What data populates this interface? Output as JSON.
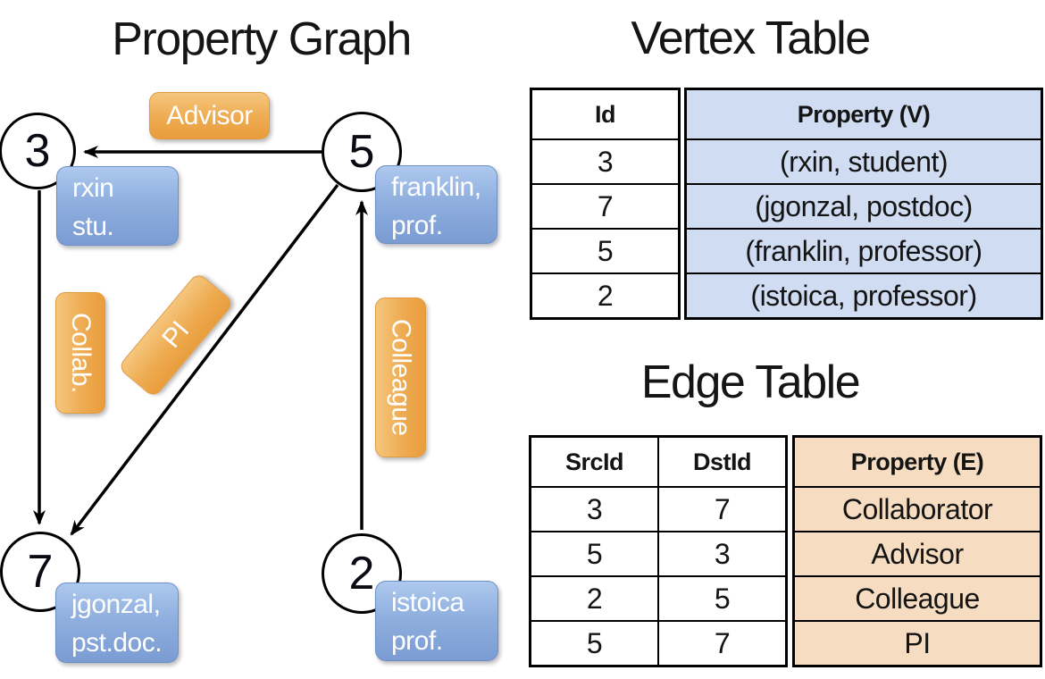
{
  "graph": {
    "title": "Property Graph",
    "nodes": {
      "n3": {
        "id": "3",
        "line1": "rxin",
        "line2": "stu."
      },
      "n5": {
        "id": "5",
        "line1": "franklin,",
        "line2": "prof."
      },
      "n7": {
        "id": "7",
        "line1": "jgonzal,",
        "line2": "pst.doc."
      },
      "n2": {
        "id": "2",
        "line1": "istoica",
        "line2": "prof."
      }
    },
    "edge_labels": {
      "advisor": "Advisor",
      "collab": "Collab.",
      "pi": "PI",
      "colleague": "Colleague"
    }
  },
  "vertex_table": {
    "title": "Vertex Table",
    "columns": [
      "Id",
      "Property (V)"
    ],
    "rows": [
      [
        "3",
        "(rxin, student)"
      ],
      [
        "7",
        "(jgonzal, postdoc)"
      ],
      [
        "5",
        "(franklin, professor)"
      ],
      [
        "2",
        "(istoica, professor)"
      ]
    ]
  },
  "edge_table": {
    "title": "Edge Table",
    "columns": [
      "SrcId",
      "DstId",
      "Property (E)"
    ],
    "rows": [
      [
        "3",
        "7",
        "Collaborator"
      ],
      [
        "5",
        "3",
        "Advisor"
      ],
      [
        "2",
        "5",
        "Colleague"
      ],
      [
        "5",
        "7",
        "PI"
      ]
    ]
  },
  "colors": {
    "edge_label_orange": "#eba44a",
    "vertex_label_blue": "#8badde",
    "vertex_cell_bg": "#cfdcf1",
    "edge_cell_bg": "#f6dcc1",
    "line_black": "#000000"
  }
}
